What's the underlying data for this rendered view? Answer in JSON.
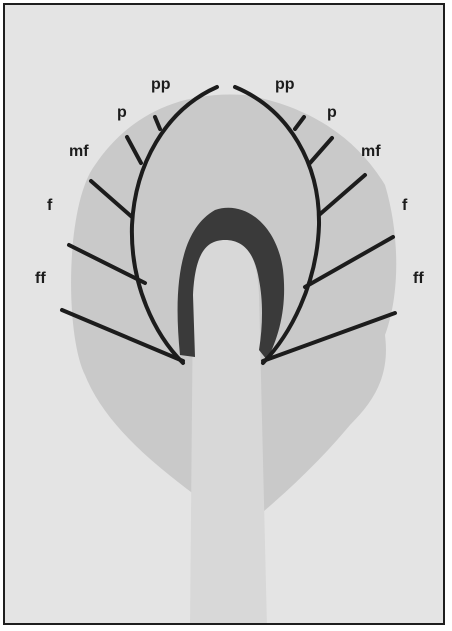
{
  "figure": {
    "colors": {
      "background": "#e4e4e4",
      "plate": "#c9c9c9",
      "stem": "#d8d8d8",
      "dark_band": "#3a3a3a",
      "ink": "#1c1c1c",
      "frame": "#1e1e1e"
    },
    "labels_left": [
      "pp",
      "p",
      "mf",
      "f",
      "ff"
    ],
    "labels_right": [
      "pp",
      "p",
      "mf",
      "f",
      "ff"
    ]
  }
}
